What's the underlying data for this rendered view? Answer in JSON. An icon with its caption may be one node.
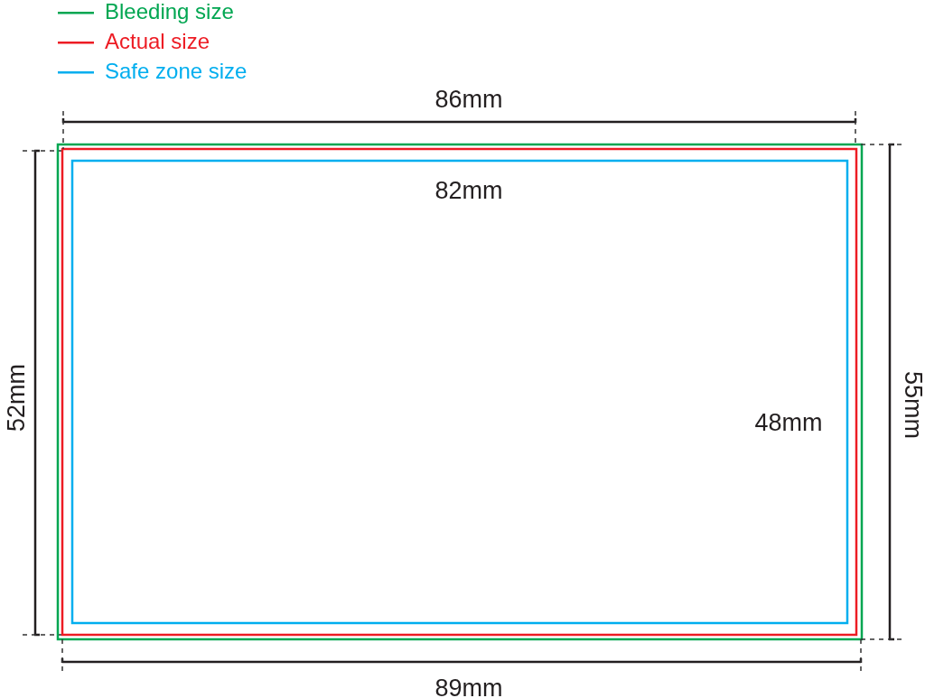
{
  "diagram": {
    "labels": [
      "86mm",
      "82mm",
      "52mm",
      "48mm",
      "55mm",
      "89mm"
    ],
    "legend": [
      {
        "text": "Bleeding size",
        "color": "#00a651"
      },
      {
        "text": "Actual size",
        "color": "#ed1c24"
      },
      {
        "text": "Safe zone size",
        "color": "#00aeef"
      }
    ]
  }
}
